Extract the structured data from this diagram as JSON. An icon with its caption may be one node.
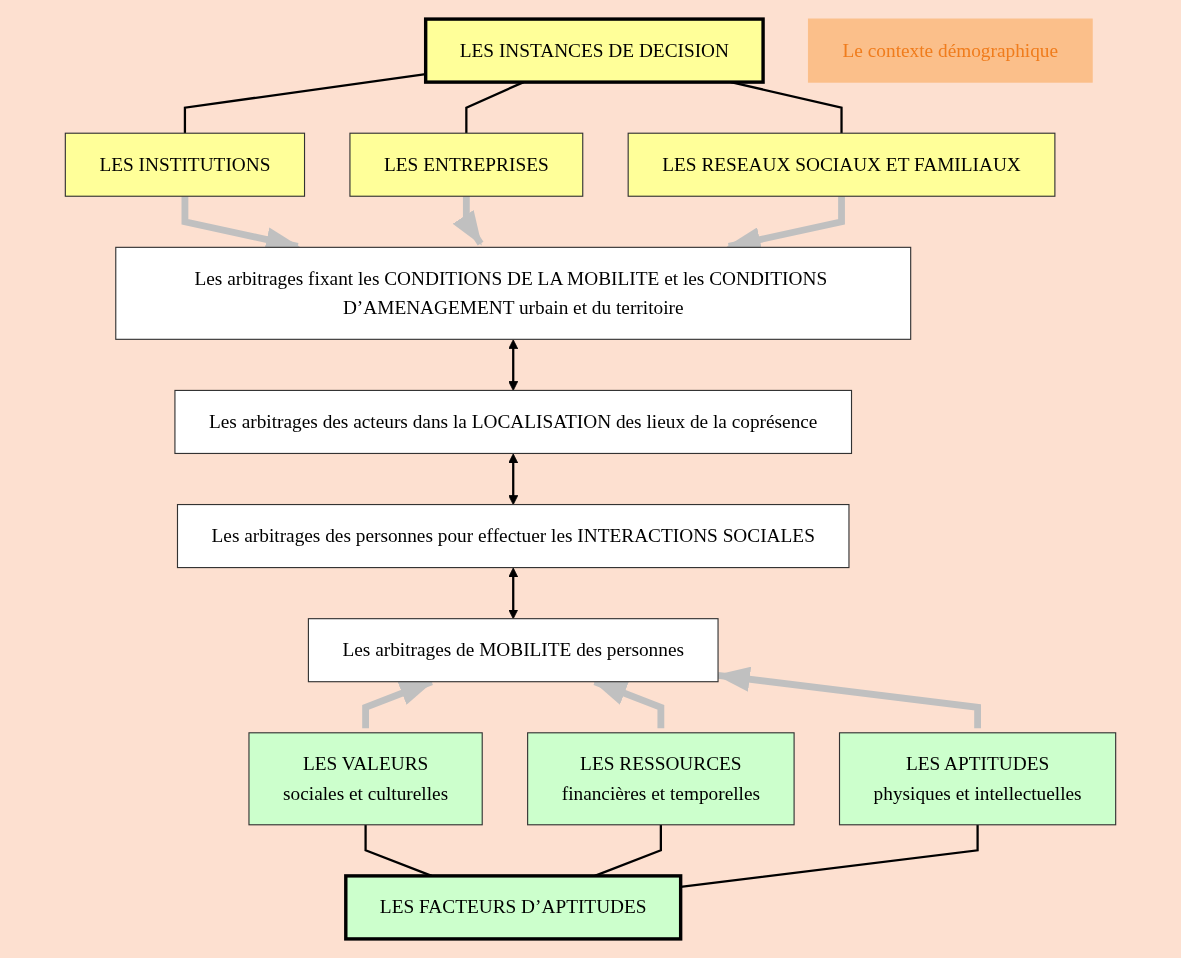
{
  "diagram": {
    "nodes": [
      {
        "text": [
          "LES INSTANCES DE DECISION"
        ]
      },
      {
        "text": [
          "LES INSTITUTIONS"
        ]
      },
      {
        "text": [
          "LES ENTREPRISES"
        ]
      },
      {
        "text": [
          "LES RESEAUX SOCIAUX ET FAMILIAUX"
        ]
      },
      {
        "text": [
          "Les arbitrages fixant les CONDITIONS DE LA MOBILITE et les CONDITIONS D’AMENAGEMENT urbain et du territoire"
        ]
      },
      {
        "text": [
          "Les arbitrages des acteurs dans la LOCALISATION des lieux de la coprésence"
        ]
      },
      {
        "text": [
          "Les arbitrages des personnes pour effectuer les INTERACTIONS SOCIALES"
        ]
      },
      {
        "text": [
          "Les arbitrages de MOBILITE des personnes"
        ]
      },
      {
        "text": [
          "LES VALEURS",
          "sociales et culturelles"
        ]
      },
      {
        "text": [
          "LES RESSOURCES",
          "financières et temporelles"
        ]
      },
      {
        "text": [
          "LES APTITUDES",
          "physiques et intellectuelles"
        ]
      },
      {
        "text": [
          "LES FACTEURS D’APTITUDES"
        ]
      },
      {
        "text": [
          "Le contexte démographique"
        ]
      }
    ],
    "edges": [
      {
        "from": 0,
        "to": 1,
        "arrow": "none"
      },
      {
        "from": 0,
        "to": 2,
        "arrow": "none"
      },
      {
        "from": 0,
        "to": 3,
        "arrow": "none"
      },
      {
        "from": 1,
        "to": 4,
        "arrow": "to",
        "style": "thick",
        "color": "#c0c0c0"
      },
      {
        "from": 2,
        "to": 4,
        "arrow": "to",
        "style": "thick",
        "color": "#c0c0c0"
      },
      {
        "from": 3,
        "to": 4,
        "arrow": "to",
        "style": "thick",
        "color": "#c0c0c0"
      },
      {
        "from": 4,
        "to": 5,
        "arrow": "both"
      },
      {
        "from": 5,
        "to": 6,
        "arrow": "both"
      },
      {
        "from": 6,
        "to": 7,
        "arrow": "both"
      },
      {
        "from": 8,
        "to": 7,
        "arrow": "to",
        "style": "thick",
        "color": "#c0c0c0"
      },
      {
        "from": 9,
        "to": 7,
        "arrow": "to",
        "style": "thick",
        "color": "#c0c0c0"
      },
      {
        "from": 10,
        "to": 7,
        "arrow": "to",
        "style": "thick",
        "color": "#c0c0c0"
      },
      {
        "from": 8,
        "to": 11,
        "arrow": "none"
      },
      {
        "from": 9,
        "to": 11,
        "arrow": "none"
      },
      {
        "from": 10,
        "to": 11,
        "arrow": "none"
      }
    ]
  }
}
